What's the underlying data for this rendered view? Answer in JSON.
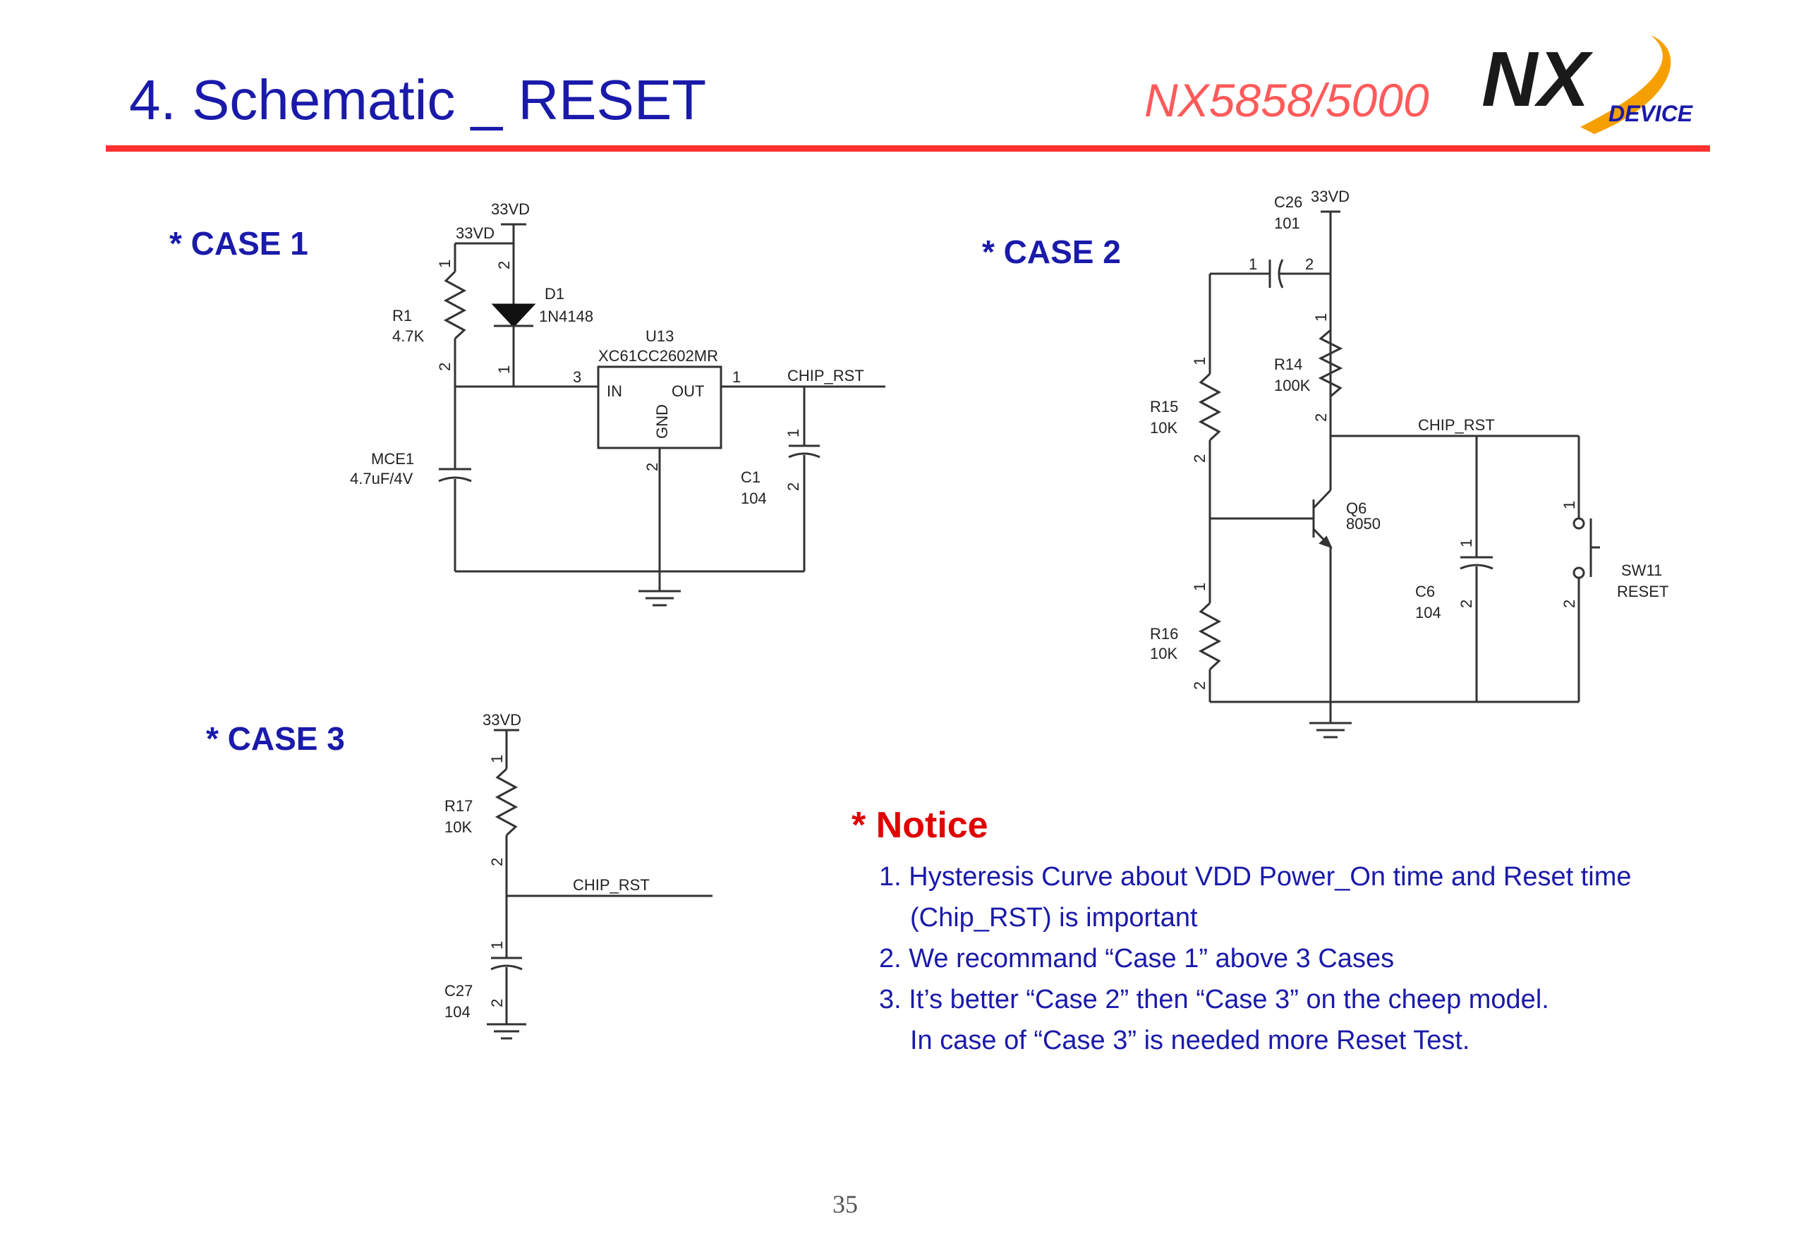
{
  "header": {
    "title": "4. Schematic _ RESET",
    "model": "NX5858/5000",
    "logo_text": "NX",
    "logo_subtext": "DEVICE",
    "accent_color": "#ff3030",
    "title_color": "#1a1aaa"
  },
  "cases": {
    "case1": "* CASE 1",
    "case2": "* CASE 2",
    "case3": "* CASE 3"
  },
  "case1": {
    "vdd_top": "33VD",
    "vdd_left": "33VD",
    "r1_name": "R1",
    "r1_value": "4.7K",
    "d1_name": "D1",
    "d1_value": "1N4148",
    "u13_name": "U13",
    "u13_value": "XC61CC2602MR",
    "pin_in": "IN",
    "pin_out": "OUT",
    "pin_gnd": "GND",
    "mce1_name": "MCE1",
    "mce1_value": "4.7uF/4V",
    "c1_name": "C1",
    "c1_value": "104",
    "net": "CHIP_RST"
  },
  "case2": {
    "c26_name": "C26",
    "c26_value": "101",
    "vdd": "33VD",
    "r14_name": "R14",
    "r14_value": "100K",
    "r15_name": "R15",
    "r15_value": "10K",
    "r16_name": "R16",
    "r16_value": "10K",
    "q6_name": "Q6",
    "q6_value": "8050",
    "c6_name": "C6",
    "c6_value": "104",
    "sw_name": "SW11",
    "sw_value": "RESET",
    "net": "CHIP_RST"
  },
  "case3": {
    "vdd": "33VD",
    "r17_name": "R17",
    "r17_value": "10K",
    "c27_name": "C27",
    "c27_value": "104",
    "net": "CHIP_RST"
  },
  "pins": {
    "p1": "1",
    "p2": "2",
    "p3": "3"
  },
  "notice": {
    "title": "* Notice",
    "lines": [
      "1. Hysteresis Curve about VDD Power_On time and Reset time",
      "(Chip_RST) is important",
      "2. We recommand “Case 1” above 3 Cases",
      "3. It’s better “Case 2” then “Case 3” on the cheep model.",
      "In case of “Case 3” is needed more Reset Test."
    ]
  },
  "page_number": "35"
}
